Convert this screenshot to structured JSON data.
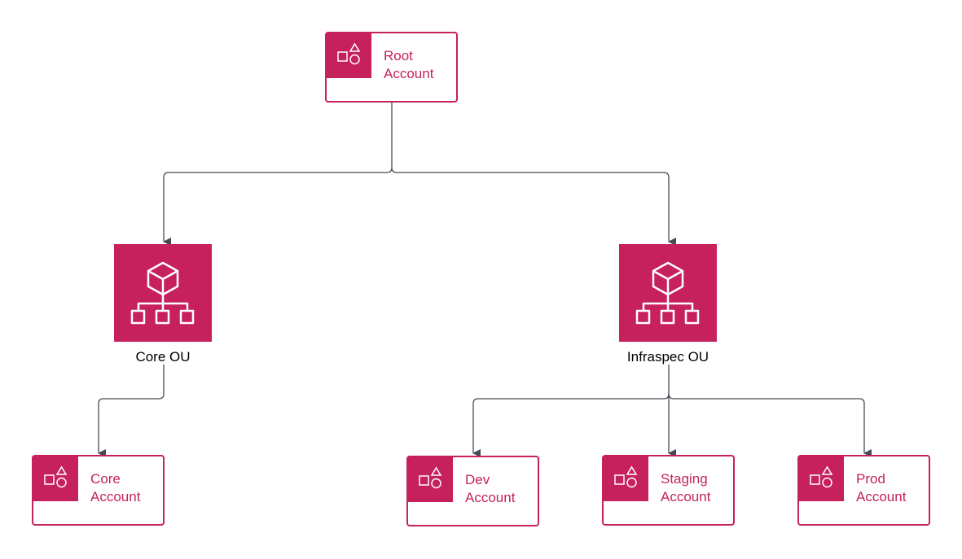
{
  "colors": {
    "accent": "#C7215D",
    "edge": "#434B55",
    "background": "#FFFFFF",
    "icon_stroke": "#FFFFFF",
    "ou_label": "#000000"
  },
  "root": {
    "icon": "shapes-icon",
    "label_line1": "Root",
    "label_line2": "Account"
  },
  "ous": [
    {
      "icon": "organizational-unit-icon",
      "label": "Core OU"
    },
    {
      "icon": "organizational-unit-icon",
      "label": "Infraspec OU"
    }
  ],
  "accounts": [
    {
      "icon": "shapes-icon",
      "label_line1": "Core",
      "label_line2": "Account"
    },
    {
      "icon": "shapes-icon",
      "label_line1": "Dev",
      "label_line2": "Account"
    },
    {
      "icon": "shapes-icon",
      "label_line1": "Staging",
      "label_line2": "Account"
    },
    {
      "icon": "shapes-icon",
      "label_line1": "Prod",
      "label_line2": "Account"
    }
  ]
}
